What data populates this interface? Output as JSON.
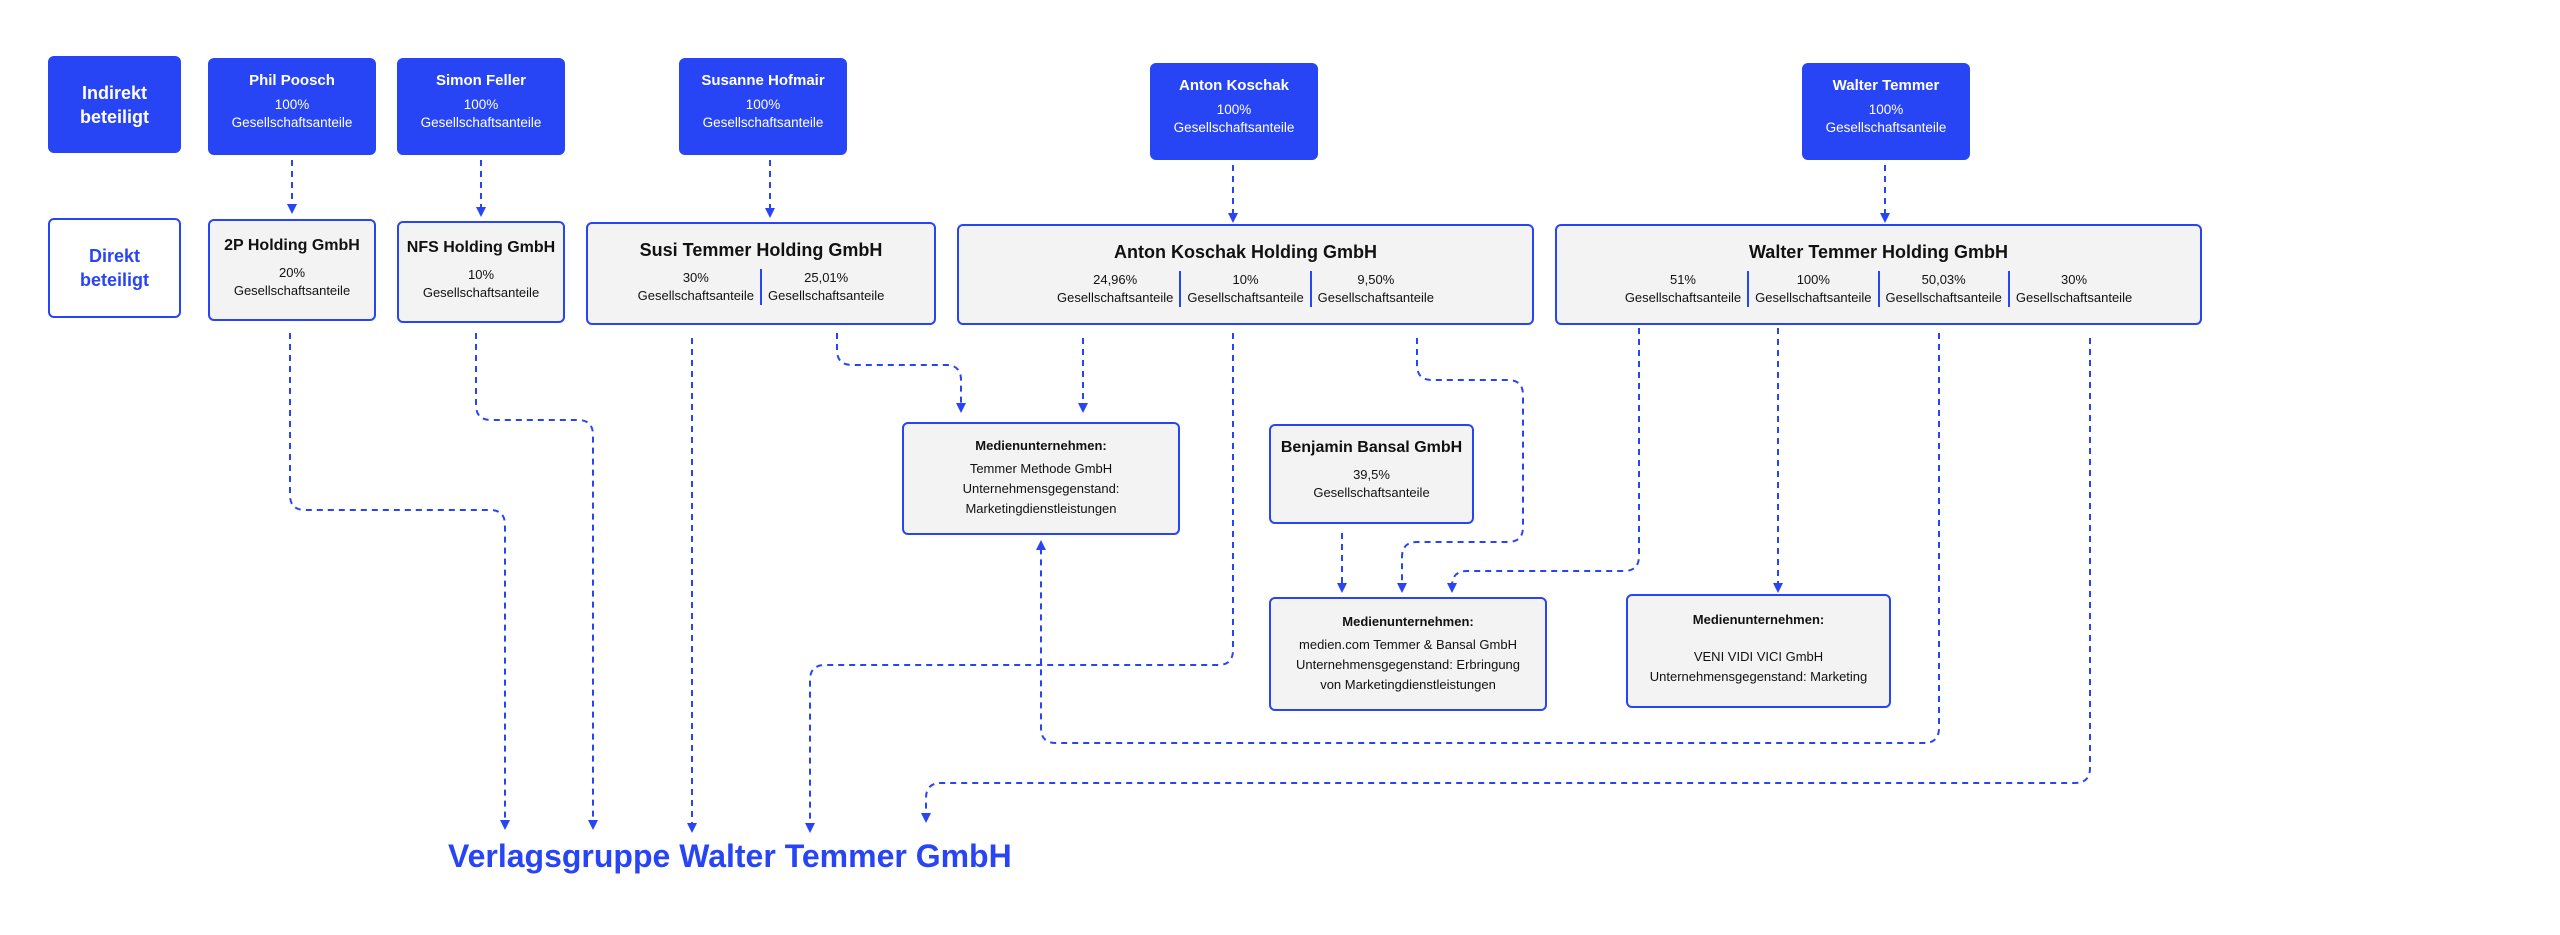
{
  "legend": {
    "indirect": "Indirekt beteiligt",
    "direct": "Direkt beteiligt"
  },
  "persons": [
    {
      "name": "Phil Poosch",
      "value": "100%",
      "desc": "Gesellschaftsanteile"
    },
    {
      "name": "Simon Feller",
      "value": "100%",
      "desc": "Gesellschaftsanteile"
    },
    {
      "name": "Susanne Hofmair",
      "value": "100%",
      "desc": "Gesellschaftsanteile"
    },
    {
      "name": "Anton Koschak",
      "value": "100%",
      "desc": "Gesellschaftsanteile"
    },
    {
      "name": "Walter Temmer",
      "value": "100%",
      "desc": "Gesellschaftsanteile"
    }
  ],
  "holdings": [
    {
      "name": "2P Holding GmbH",
      "value": "20%",
      "desc": "Gesellschaftsanteile"
    },
    {
      "name": "NFS Holding GmbH",
      "value": "10%",
      "desc": "Gesellschaftsanteile"
    },
    {
      "name": "Susi Temmer Holding GmbH",
      "shares": [
        {
          "value": "30%",
          "desc": "Gesellschaftsanteile"
        },
        {
          "value": "25,01%",
          "desc": "Gesellschaftsanteile"
        }
      ]
    },
    {
      "name": "Anton Koschak Holding GmbH",
      "shares": [
        {
          "value": "24,96%",
          "desc": "Gesellschaftsanteile"
        },
        {
          "value": "10%",
          "desc": "Gesellschaftsanteile"
        },
        {
          "value": "9,50%",
          "desc": "Gesellschaftsanteile"
        }
      ]
    },
    {
      "name": "Walter Temmer Holding GmbH",
      "shares": [
        {
          "value": "51%",
          "desc": "Gesellschaftsanteile"
        },
        {
          "value": "100%",
          "desc": "Gesellschaftsanteile"
        },
        {
          "value": "50,03%",
          "desc": "Gesellschaftsanteile"
        },
        {
          "value": "30%",
          "desc": "Gesellschaftsanteile"
        }
      ]
    }
  ],
  "bensal": {
    "name": "Benjamin Bansal GmbH",
    "value": "39,5%",
    "desc": "Gesellschaftsanteile"
  },
  "media": [
    {
      "heading": "Medienunternehmen:",
      "company": "Temmer Methode GmbH",
      "line1": "Unternehmensgegenstand:",
      "line2": "Marketingdienstleistungen"
    },
    {
      "heading": "Medienunternehmen:",
      "company": "medien.com Temmer & Bansal GmbH",
      "line1": "Unternehmensgegenstand: Erbringung",
      "line2": "von Marketingdienstleistungen"
    },
    {
      "heading": "Medienunternehmen:",
      "company": "VENI VIDI VICI GmbH",
      "line1": "Unternehmensgegenstand: Marketing"
    }
  ],
  "title": "Verlagsgruppe Walter Temmer GmbH",
  "colors": {
    "accent": "#2845f5",
    "box_fill": "#f3f3f3"
  }
}
